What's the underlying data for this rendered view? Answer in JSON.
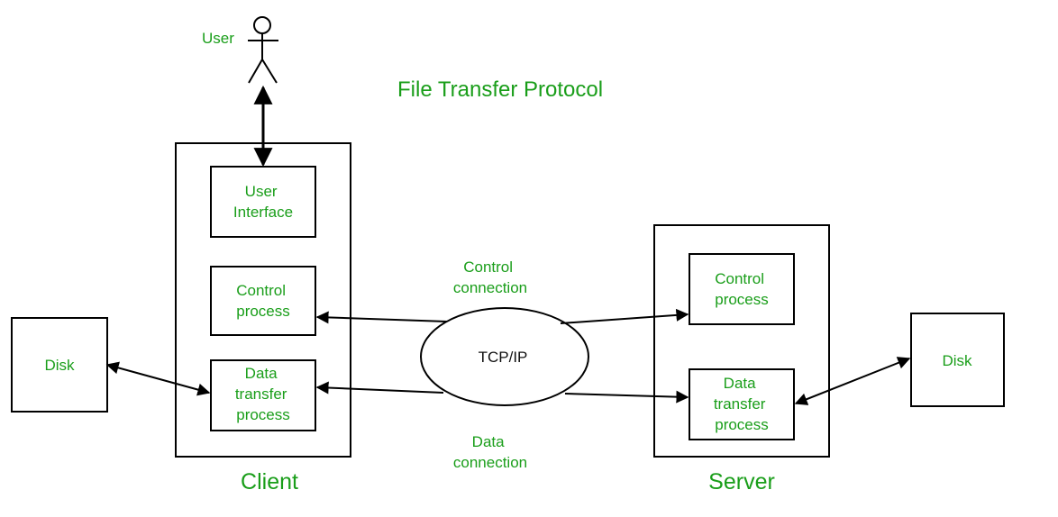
{
  "title": "File Transfer Protocol",
  "user": {
    "label": "User"
  },
  "client": {
    "label": "Client",
    "user_interface": [
      "User",
      "Interface"
    ],
    "control_process": [
      "Control",
      "process"
    ],
    "data_transfer_process": [
      "Data",
      "transfer",
      "process"
    ]
  },
  "server": {
    "label": "Server",
    "control_process": [
      "Control",
      "process"
    ],
    "data_transfer_process": [
      "Data",
      "transfer",
      "process"
    ]
  },
  "network": {
    "label": "TCP/IP",
    "control_connection": [
      "Control",
      "connection"
    ],
    "data_connection": [
      "Data",
      "connection"
    ]
  },
  "disk_left": {
    "label": "Disk"
  },
  "disk_right": {
    "label": "Disk"
  },
  "colors": {
    "label_green": "#1a9e1a",
    "line": "#000000",
    "background": "#ffffff"
  }
}
